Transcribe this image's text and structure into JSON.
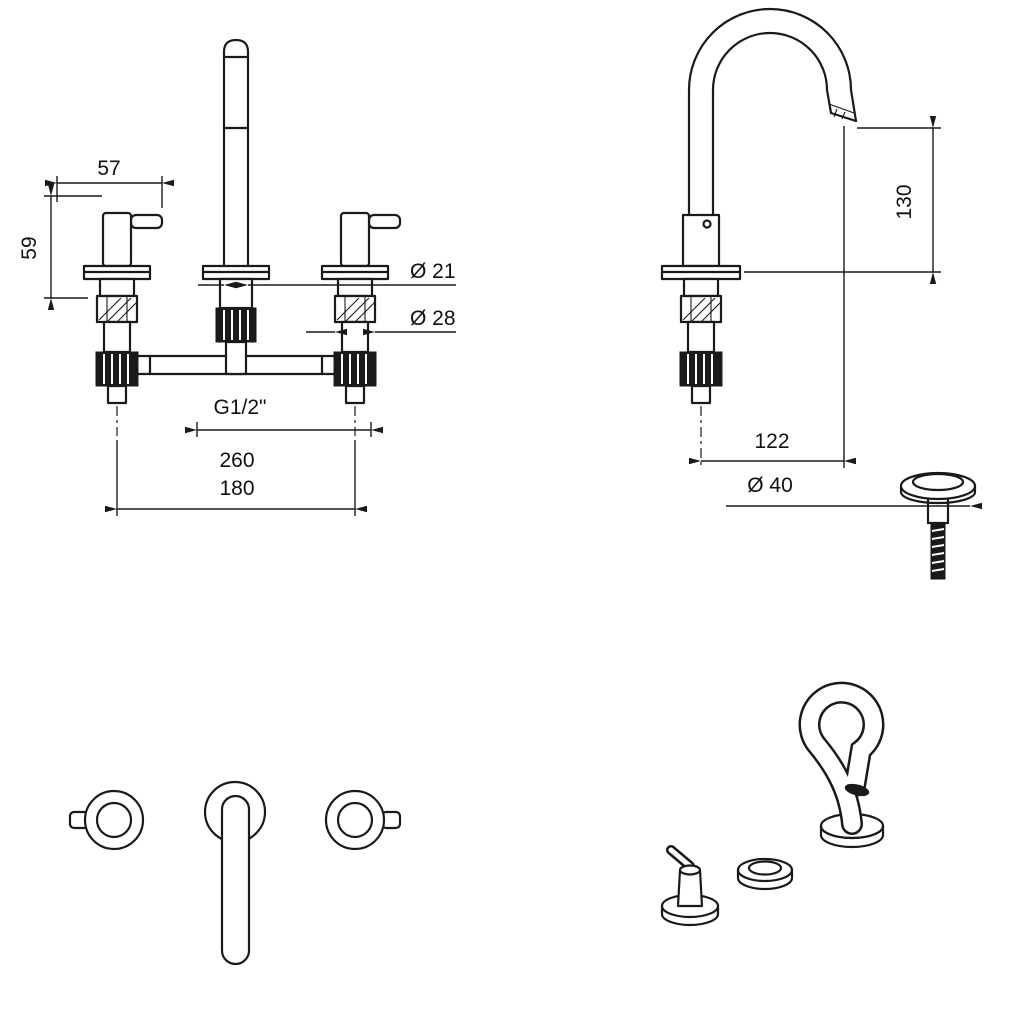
{
  "colors": {
    "line": "#1a1a1a",
    "background": "#ffffff"
  },
  "dimensions": {
    "front": {
      "handle_length": "57",
      "handle_height": "59",
      "spout_diameter": "Ø 21",
      "body_diameter": "Ø 28",
      "thread_size": "G1/2\"",
      "width_overall": "260",
      "width_centers": "180"
    },
    "side": {
      "outlet_height": "130",
      "spout_reach": "122",
      "waste_diameter": "Ø 40"
    }
  }
}
